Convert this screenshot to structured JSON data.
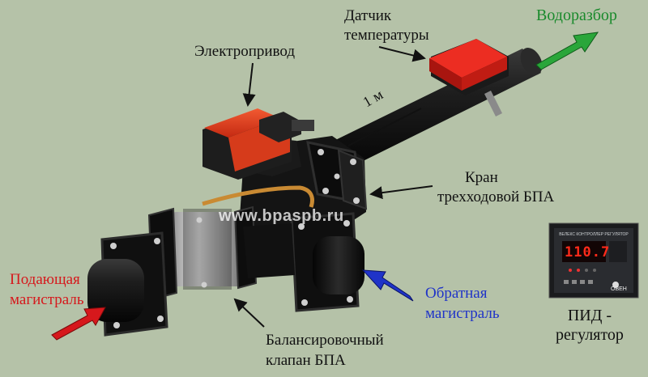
{
  "labels": {
    "water_draw": "Водоразбор",
    "temp_sensor": [
      "Датчик",
      "температуры"
    ],
    "actuator": "Электропривод",
    "distance": "1 м",
    "three_way_valve": [
      "Кран",
      "трехходовой БПА"
    ],
    "supply_line": [
      "Подающая",
      "магистраль"
    ],
    "return_line": [
      "Обратная",
      "магистраль"
    ],
    "balancing_valve": [
      "Балансировочный",
      "клапан БПА"
    ],
    "pid_regulator": [
      "ПИД -",
      "регулятор"
    ]
  },
  "watermark": "www.bpaspb.ru",
  "pid_device": {
    "brand_strip": "ВЕЛЕКС КОНТРОЛЛЕР РЕГУЛЯТОР",
    "display": "110.7",
    "logo": "ОВЕН"
  },
  "colors": {
    "background": "#b5c2a8",
    "supply_arrow": "#d6181c",
    "return_arrow": "#1f33c8",
    "water_arrow": "#1a8a2c",
    "actuator_body": "#e0391c",
    "sensor_body": "#d8221a",
    "pipe": "#151515"
  },
  "icons": [
    "supply-arrow-icon",
    "return-arrow-icon",
    "water-arrow-icon",
    "pid-regulator-icon"
  ]
}
